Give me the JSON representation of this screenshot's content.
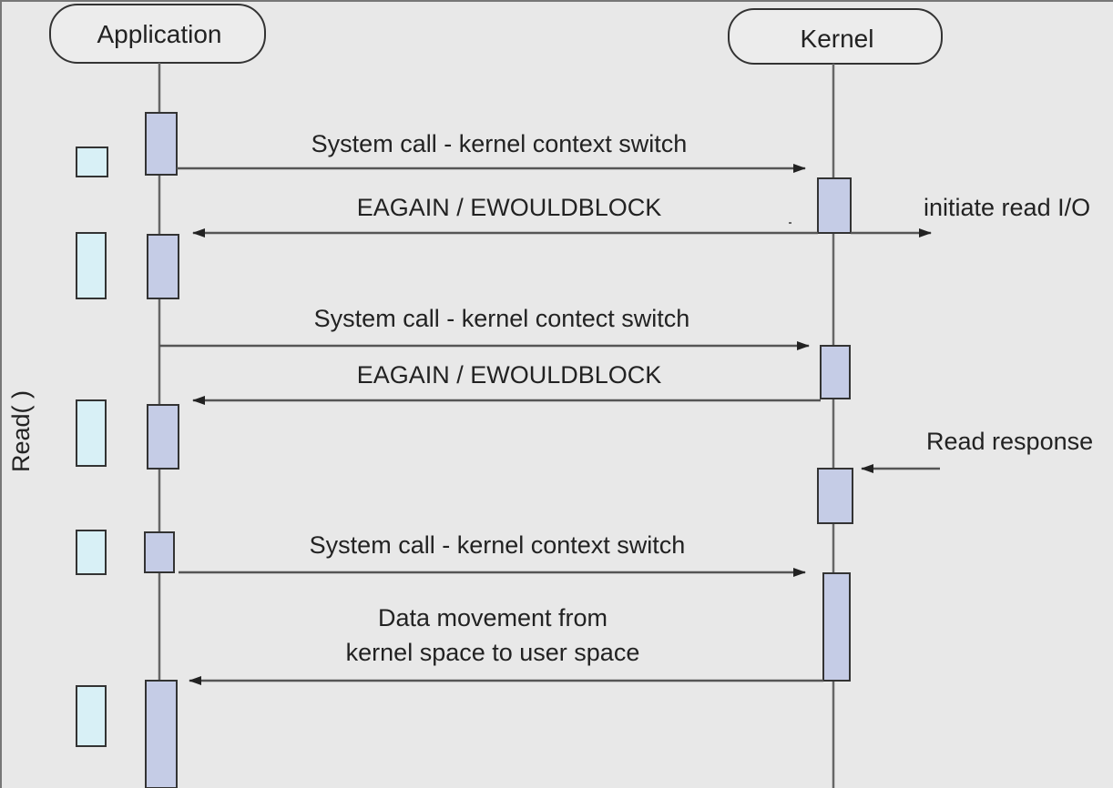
{
  "participants": {
    "application": "Application",
    "kernel": "Kernel"
  },
  "side_label": "Read( )",
  "messages": {
    "m1": "System call - kernel context switch",
    "m2": "EAGAIN / EWOULDBLOCK",
    "m3": "System call - kernel contect switch",
    "m4": "EAGAIN / EWOULDBLOCK",
    "m5": "System call - kernel context switch",
    "m6_line1": "Data movement from",
    "m6_line2": "kernel space to user space"
  },
  "side_notes": {
    "initiate": "initiate read I/O",
    "response": "Read response"
  },
  "colors": {
    "background": "#e8e8e8",
    "line": "#555555",
    "activation": "#c5cce6",
    "marker": "#d8f0f6",
    "border": "#333333"
  }
}
